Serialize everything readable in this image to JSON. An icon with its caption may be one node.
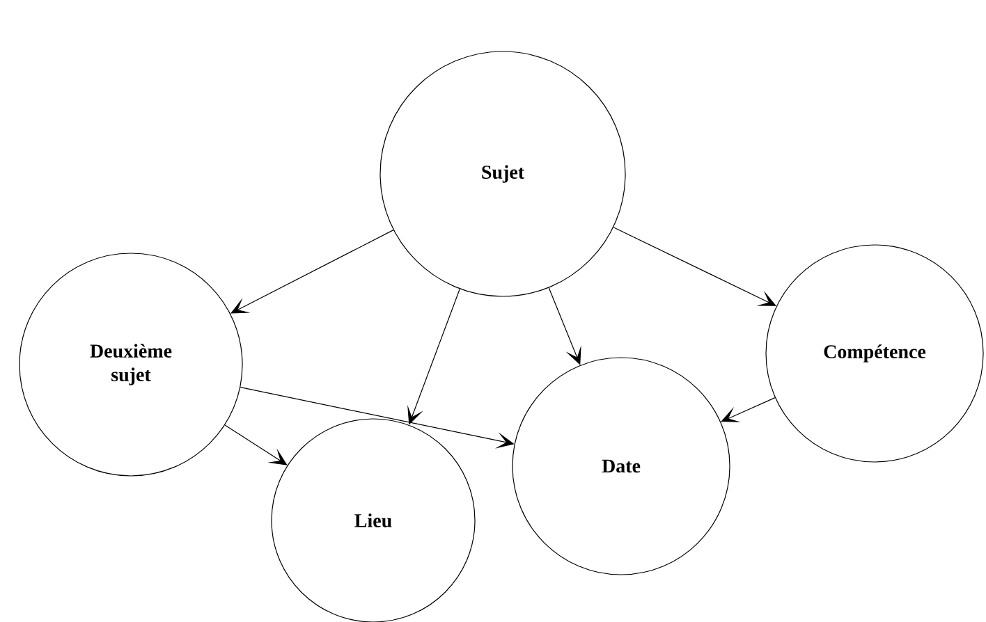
{
  "diagram": {
    "nodes": [
      {
        "text": [
          "Sujet"
        ]
      },
      {
        "text": [
          "Deuxième sujet"
        ]
      },
      {
        "text": [
          "Lieu"
        ]
      },
      {
        "text": [
          "Date"
        ]
      },
      {
        "text": [
          "Compétence"
        ]
      }
    ],
    "edges": [
      {
        "from": 0,
        "to": 1,
        "arrow": "to"
      },
      {
        "from": 0,
        "to": 2,
        "arrow": "to"
      },
      {
        "from": 0,
        "to": 3,
        "arrow": "to"
      },
      {
        "from": 0,
        "to": 4,
        "arrow": "to"
      },
      {
        "from": 1,
        "to": 3,
        "arrow": "to"
      },
      {
        "from": 1,
        "to": 2,
        "arrow": "to"
      },
      {
        "from": 4,
        "to": 3,
        "arrow": "to"
      }
    ]
  }
}
